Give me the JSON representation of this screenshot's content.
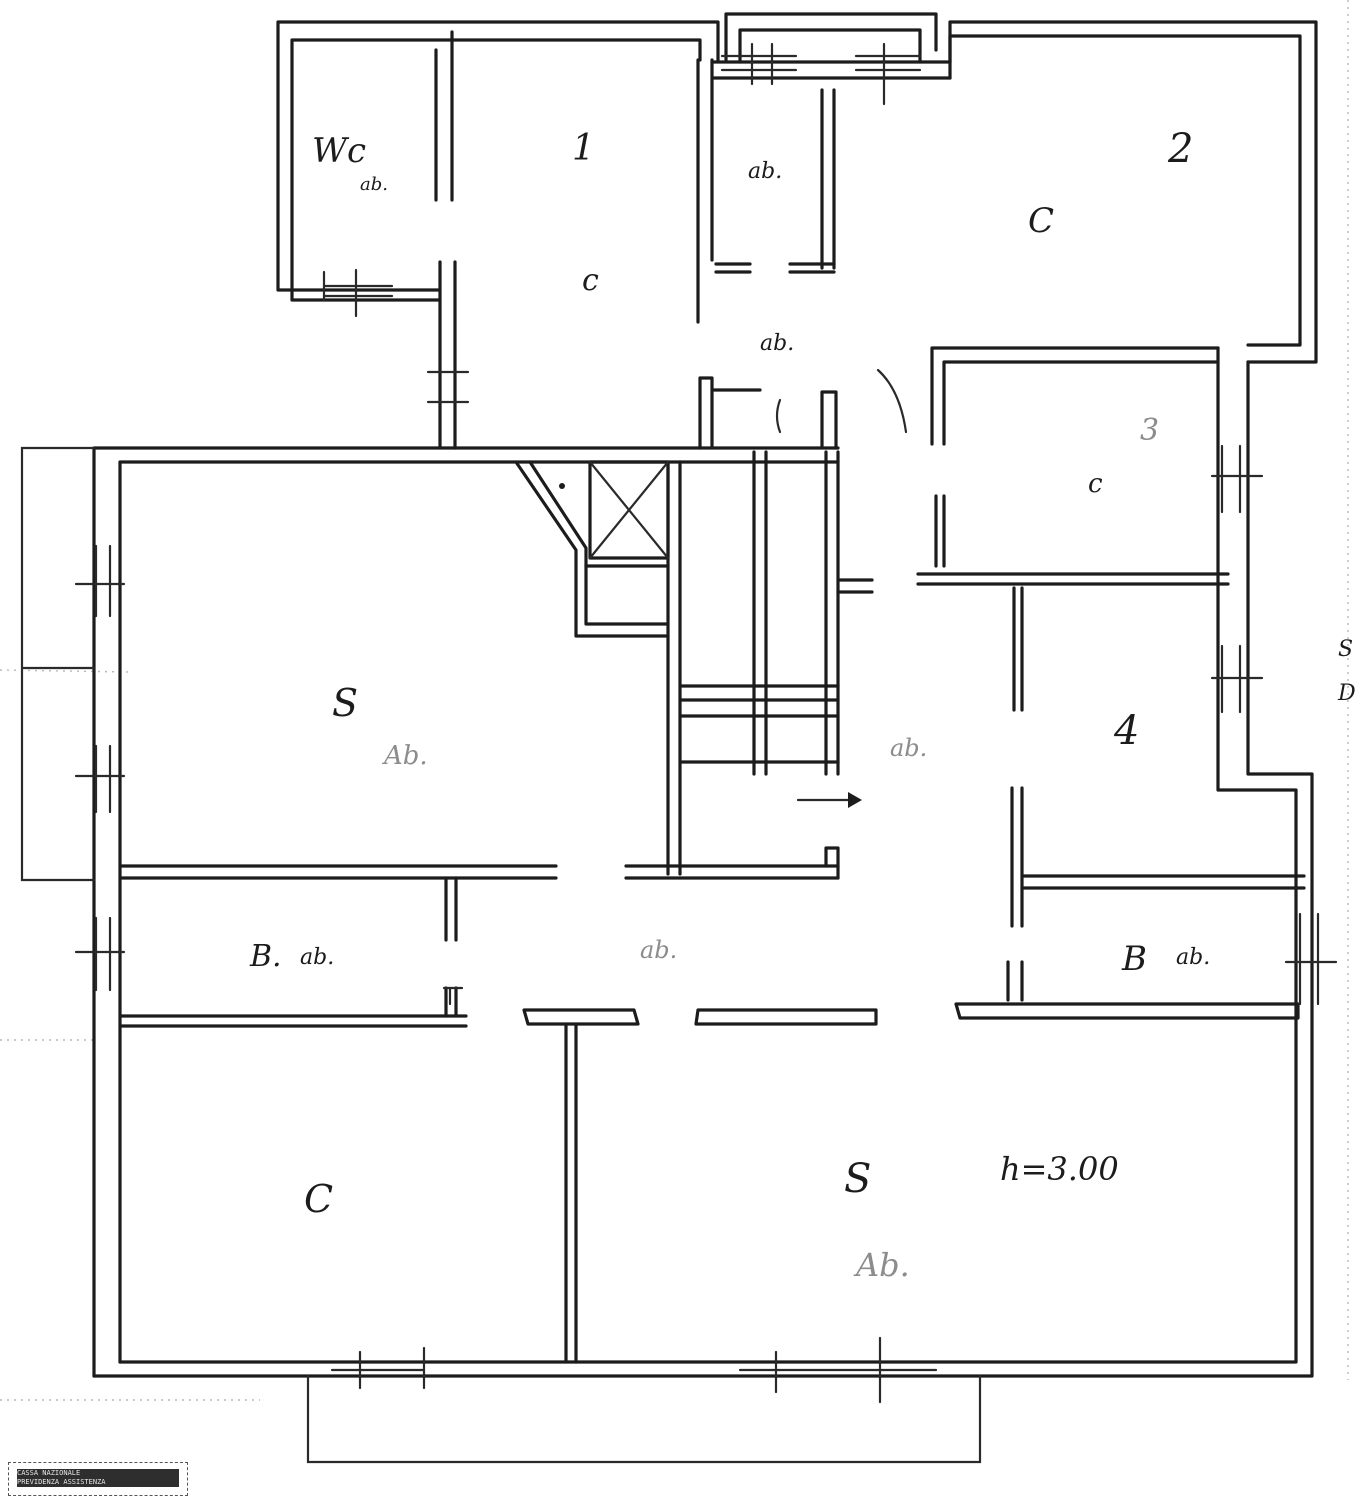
{
  "rooms": [
    {
      "id": "wc",
      "label": "Wc",
      "subscript": "ab."
    },
    {
      "id": "room-1",
      "label": "1",
      "subscript": "c"
    },
    {
      "id": "wc2",
      "label": "ab.",
      "subscript": ""
    },
    {
      "id": "room-2",
      "label": "2",
      "subscript": "C"
    },
    {
      "id": "corridor-top",
      "label": "ab.",
      "subscript": ""
    },
    {
      "id": "room-3",
      "label": "3",
      "subscript": "c"
    },
    {
      "id": "room-4",
      "label": "4",
      "subscript": ""
    },
    {
      "id": "living-top",
      "label": "S",
      "subscript": "Ab."
    },
    {
      "id": "hall",
      "label": "ab.",
      "subscript": ""
    },
    {
      "id": "bath-left",
      "label": "B.",
      "subscript": "ab."
    },
    {
      "id": "corridor-mid",
      "label": "ab.",
      "subscript": ""
    },
    {
      "id": "bath-right",
      "label": "B",
      "subscript": "ab."
    },
    {
      "id": "kitchen",
      "label": "C",
      "subscript": ""
    },
    {
      "id": "living-bottom",
      "label": "S",
      "subscript": "Ab."
    }
  ],
  "height_note": "h=3.00",
  "margin_note_1": "S",
  "margin_note_2": "D",
  "stamp": {
    "line1": "CASSA NAZIONALE",
    "line2": "PREVIDENZA ASSISTENZA"
  }
}
